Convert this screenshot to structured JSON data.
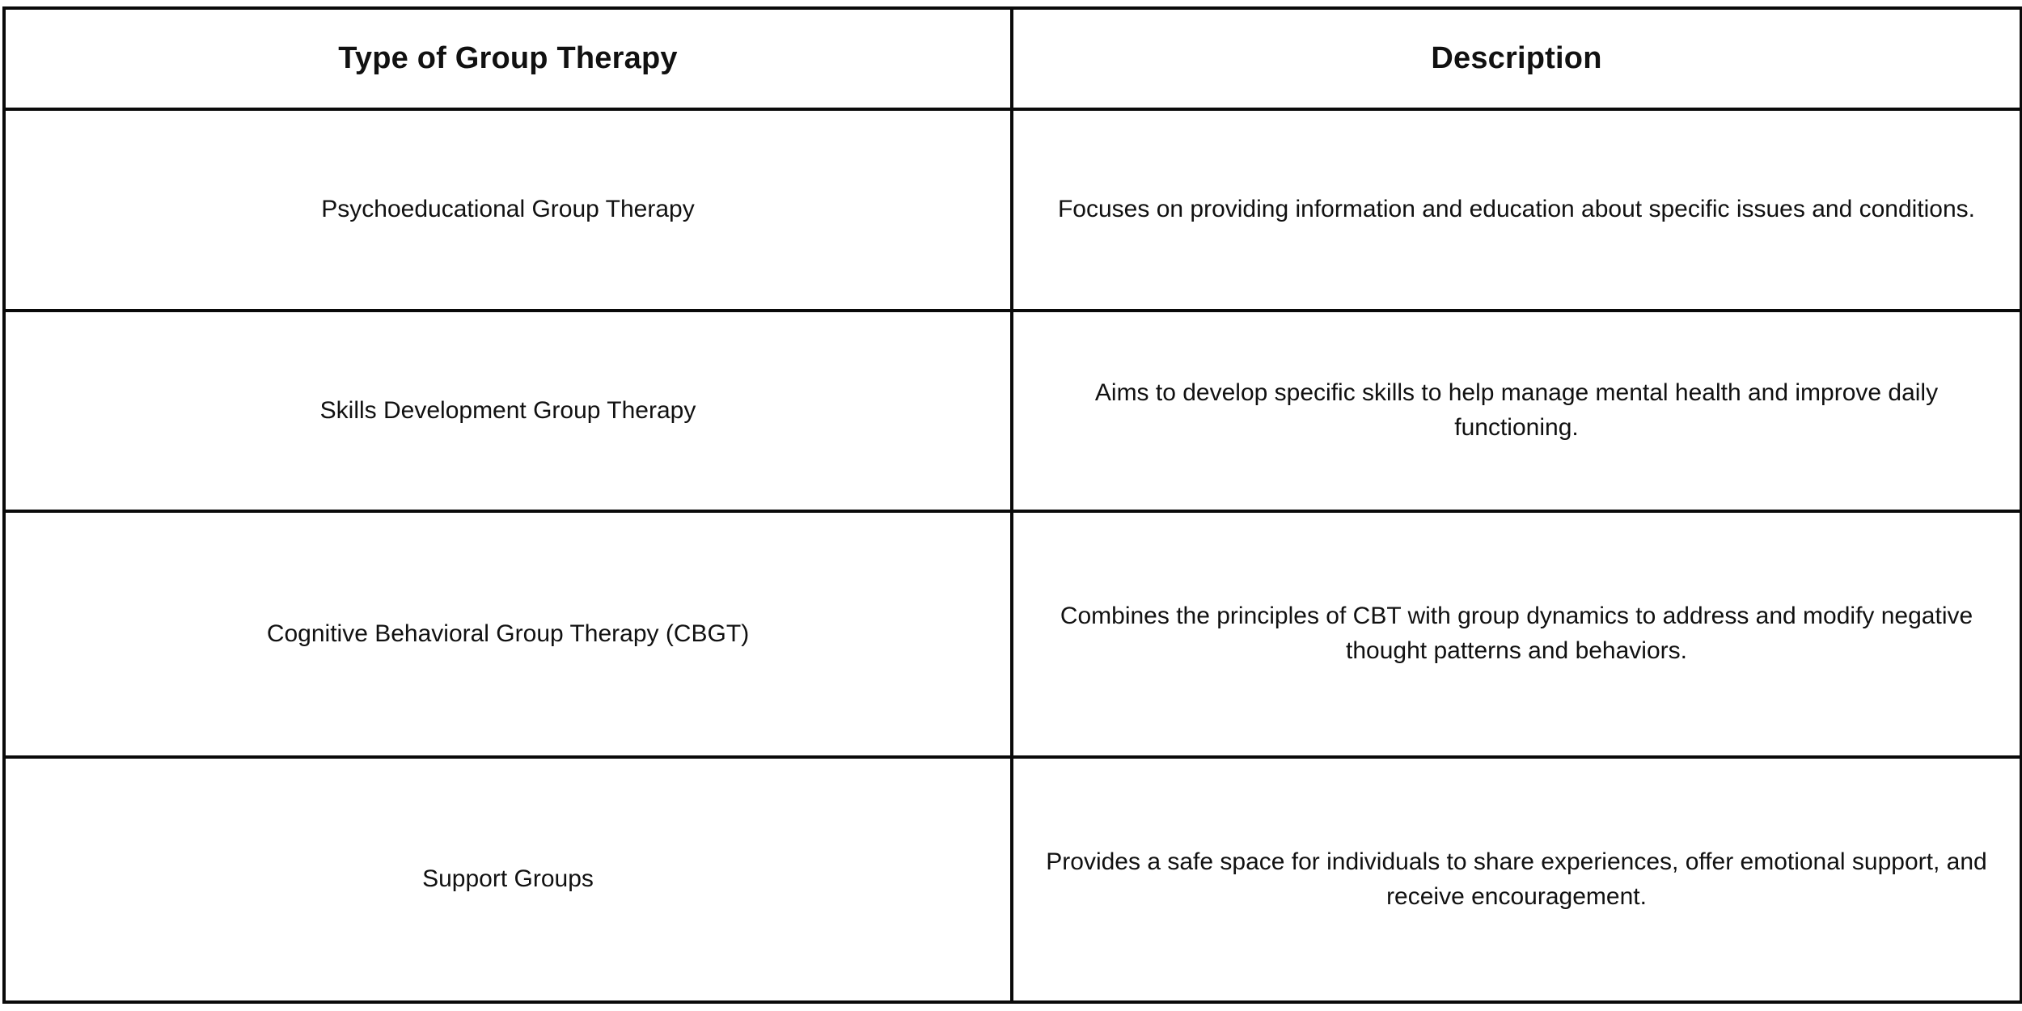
{
  "table": {
    "name": "group-therapy-types",
    "columns": [
      {
        "key": "type",
        "header": "Type of Group Therapy"
      },
      {
        "key": "description",
        "header": "Description"
      }
    ],
    "rows": [
      {
        "type": "Psychoeducational Group Therapy",
        "description": "Focuses on providing information and education about specific issues and conditions."
      },
      {
        "type": "Skills Development Group Therapy",
        "description": "Aims to develop specific skills to help manage mental health and improve daily functioning."
      },
      {
        "type": "Cognitive Behavioral Group Therapy (CBGT)",
        "description": "Combines the principles of CBT with group dynamics to address and modify negative thought patterns and behaviors."
      },
      {
        "type": "Support Groups",
        "description": "Provides a safe space for individuals to share experiences, offer emotional support, and receive encouragement."
      }
    ]
  },
  "style": {
    "border_color": "#0a0a0a",
    "text_color": "#111111",
    "background": "#ffffff"
  }
}
